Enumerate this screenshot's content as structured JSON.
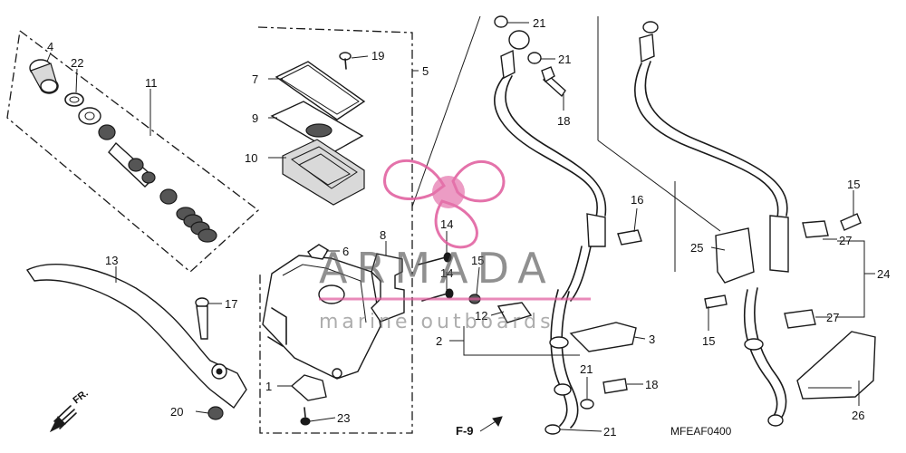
{
  "diagram": {
    "code": "MFEAF0400",
    "section_ref": "F-9",
    "direction_label": "FR.",
    "part_numbers": [
      "1",
      "2",
      "3",
      "4",
      "5",
      "6",
      "7",
      "8",
      "9",
      "10",
      "11",
      "12",
      "13",
      "14",
      "15",
      "16",
      "17",
      "18",
      "19",
      "20",
      "21",
      "22",
      "23",
      "24",
      "25",
      "26",
      "27"
    ]
  },
  "watermark": {
    "brand": "ARMADA",
    "tagline": "marine outboards",
    "accent_color": "#e05a9c"
  },
  "colors": {
    "ink": "#1a1a1a",
    "background": "#ffffff"
  }
}
